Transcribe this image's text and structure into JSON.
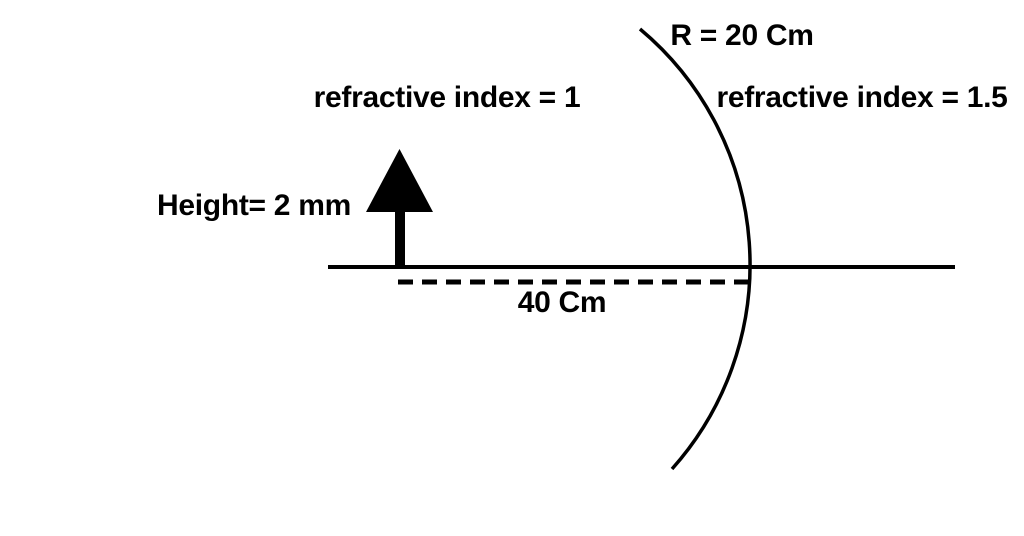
{
  "colors": {
    "foreground": "#000000",
    "background": "#ffffff"
  },
  "diagram": {
    "labels": {
      "radius": "R = 20 Cm",
      "medium_left": "refractive index = 1",
      "medium_right": "refractive index = 1.5",
      "object_height": "Height= 2 mm",
      "object_distance": "40 Cm"
    }
  }
}
